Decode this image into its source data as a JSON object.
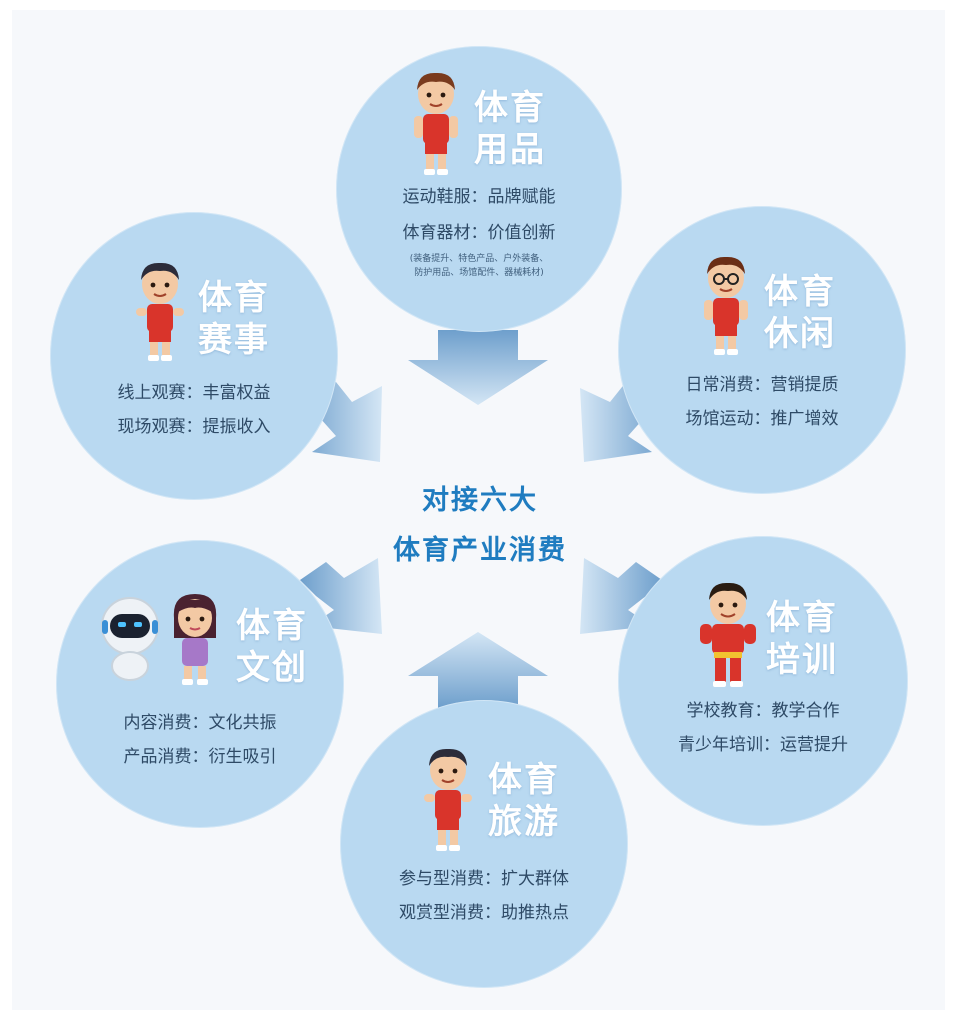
{
  "center": {
    "line1": "对接六大",
    "line2": "体育产业消费"
  },
  "nodes": {
    "goods": {
      "title1": "体育",
      "title2": "用品",
      "line1": "运动鞋服：品牌赋能",
      "line2": "体育器材：价值创新",
      "small1": "(装备提升、特色产品、户外装备、",
      "small2": "防护用品、场馆配件、器械耗材)"
    },
    "events": {
      "title1": "体育",
      "title2": "赛事",
      "line1": "线上观赛：丰富权益",
      "line2": "现场观赛：提振收入"
    },
    "leisure": {
      "title1": "体育",
      "title2": "休闲",
      "line1": "日常消费：营销提质",
      "line2": "场馆运动：推广增效"
    },
    "creative": {
      "title1": "体育",
      "title2": "文创",
      "line1": "内容消费：文化共振",
      "line2": "产品消费：衍生吸引"
    },
    "training": {
      "title1": "体育",
      "title2": "培训",
      "line1": "学校教育：教学合作",
      "line2": "青少年培训：运营提升"
    },
    "tourism": {
      "title1": "体育",
      "title2": "旅游",
      "line1": "参与型消费：扩大群体",
      "line2": "观赏型消费：助推热点"
    }
  },
  "colors": {
    "circle": "#b9d9f1",
    "center_text": "#1f7cc0",
    "arrow_dark": "#6e9fcc",
    "arrow_light": "#d4e6f5"
  }
}
